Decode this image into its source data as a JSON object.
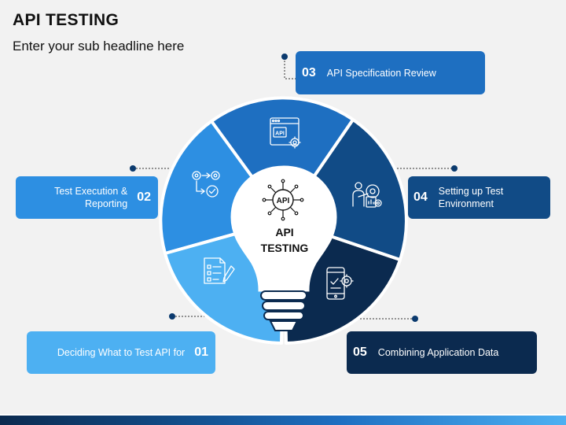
{
  "slide": {
    "title": "API TESTING",
    "subtitle": "Enter your sub headline here"
  },
  "center": {
    "line1": "API",
    "line2": "TESTING",
    "icon_label": "API"
  },
  "steps": [
    {
      "number": "01",
      "label": "Deciding What to Test API for",
      "color": "#4db0f2",
      "icon": "checklist-icon"
    },
    {
      "number": "02",
      "label_line1": "Test Execution &",
      "label_line2": "Reporting",
      "color": "#2d8fe2",
      "icon": "gears-workflow-icon"
    },
    {
      "number": "03",
      "label": "API Specification Review",
      "color": "#1e6fc1",
      "icon": "api-window-gear-icon"
    },
    {
      "number": "04",
      "label_line1": "Setting up Test",
      "label_line2": "Environment",
      "color": "#114b86",
      "icon": "presenter-gear-icon"
    },
    {
      "number": "05",
      "label": "Combining Application Data",
      "color": "#0b2a4f",
      "icon": "mobile-settings-icon"
    }
  ]
}
